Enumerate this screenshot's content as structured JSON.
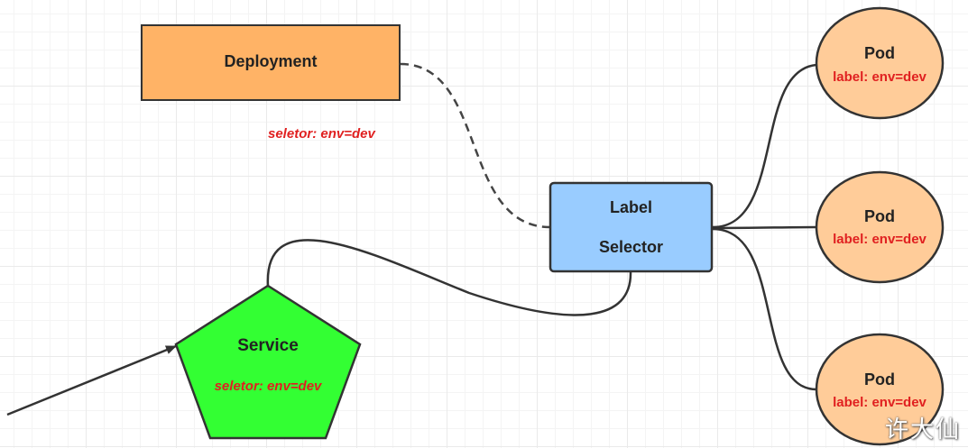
{
  "deployment": {
    "title": "Deployment",
    "selector": "seletor:  env=dev",
    "fill": "#FFB366"
  },
  "label_selector": {
    "line1": "Label",
    "line2": "Selector",
    "fill": "#99CCFF"
  },
  "service": {
    "title": "Service",
    "selector": "seletor:  env=dev",
    "fill": "#33FF33"
  },
  "pods": [
    {
      "title": "Pod",
      "label": "label: env=dev"
    },
    {
      "title": "Pod",
      "label": "label: env=dev"
    },
    {
      "title": "Pod",
      "label": "label: env=dev"
    }
  ],
  "pod_fill": "#FFCC99",
  "label_color": "#E02020",
  "watermark": "许大仙"
}
